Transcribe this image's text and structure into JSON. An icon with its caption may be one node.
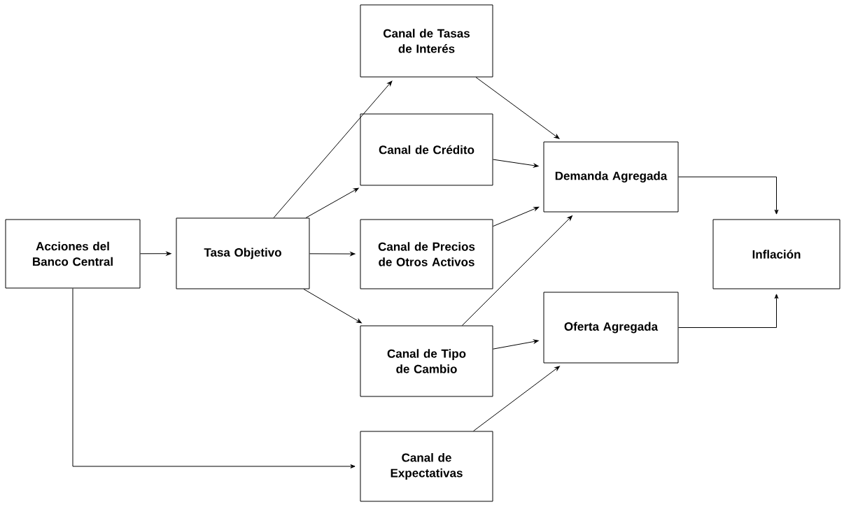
{
  "diagram": {
    "nodes": [
      {
        "text": [
          "Acciones del Banco Central"
        ]
      },
      {
        "text": [
          "Tasa Objetivo"
        ]
      },
      {
        "text": [
          "Canal de Tasas de Interés"
        ]
      },
      {
        "text": [
          "Canal de Crédito"
        ]
      },
      {
        "text": [
          "Canal de Precios de Otros Activos"
        ]
      },
      {
        "text": [
          "Canal de Tipo de Cambio"
        ]
      },
      {
        "text": [
          "Canal de Expectativas"
        ]
      },
      {
        "text": [
          "Demanda Agregada"
        ]
      },
      {
        "text": [
          "Oferta Agregada"
        ]
      },
      {
        "text": [
          "Inflación"
        ]
      }
    ],
    "edges": [
      {
        "from": 0,
        "to": 1,
        "arrow": "to"
      },
      {
        "from": 1,
        "to": 2,
        "arrow": "to"
      },
      {
        "from": 1,
        "to": 3,
        "arrow": "to"
      },
      {
        "from": 1,
        "to": 4,
        "arrow": "to"
      },
      {
        "from": 1,
        "to": 5,
        "arrow": "to"
      },
      {
        "from": 0,
        "to": 6,
        "arrow": "to"
      },
      {
        "from": 2,
        "to": 7,
        "arrow": "to"
      },
      {
        "from": 3,
        "to": 7,
        "arrow": "to"
      },
      {
        "from": 4,
        "to": 7,
        "arrow": "to"
      },
      {
        "from": 5,
        "to": 7,
        "arrow": "to"
      },
      {
        "from": 5,
        "to": 8,
        "arrow": "to"
      },
      {
        "from": 6,
        "to": 8,
        "arrow": "to"
      },
      {
        "from": 7,
        "to": 9,
        "arrow": "to"
      },
      {
        "from": 8,
        "to": 9,
        "arrow": "to"
      }
    ]
  }
}
